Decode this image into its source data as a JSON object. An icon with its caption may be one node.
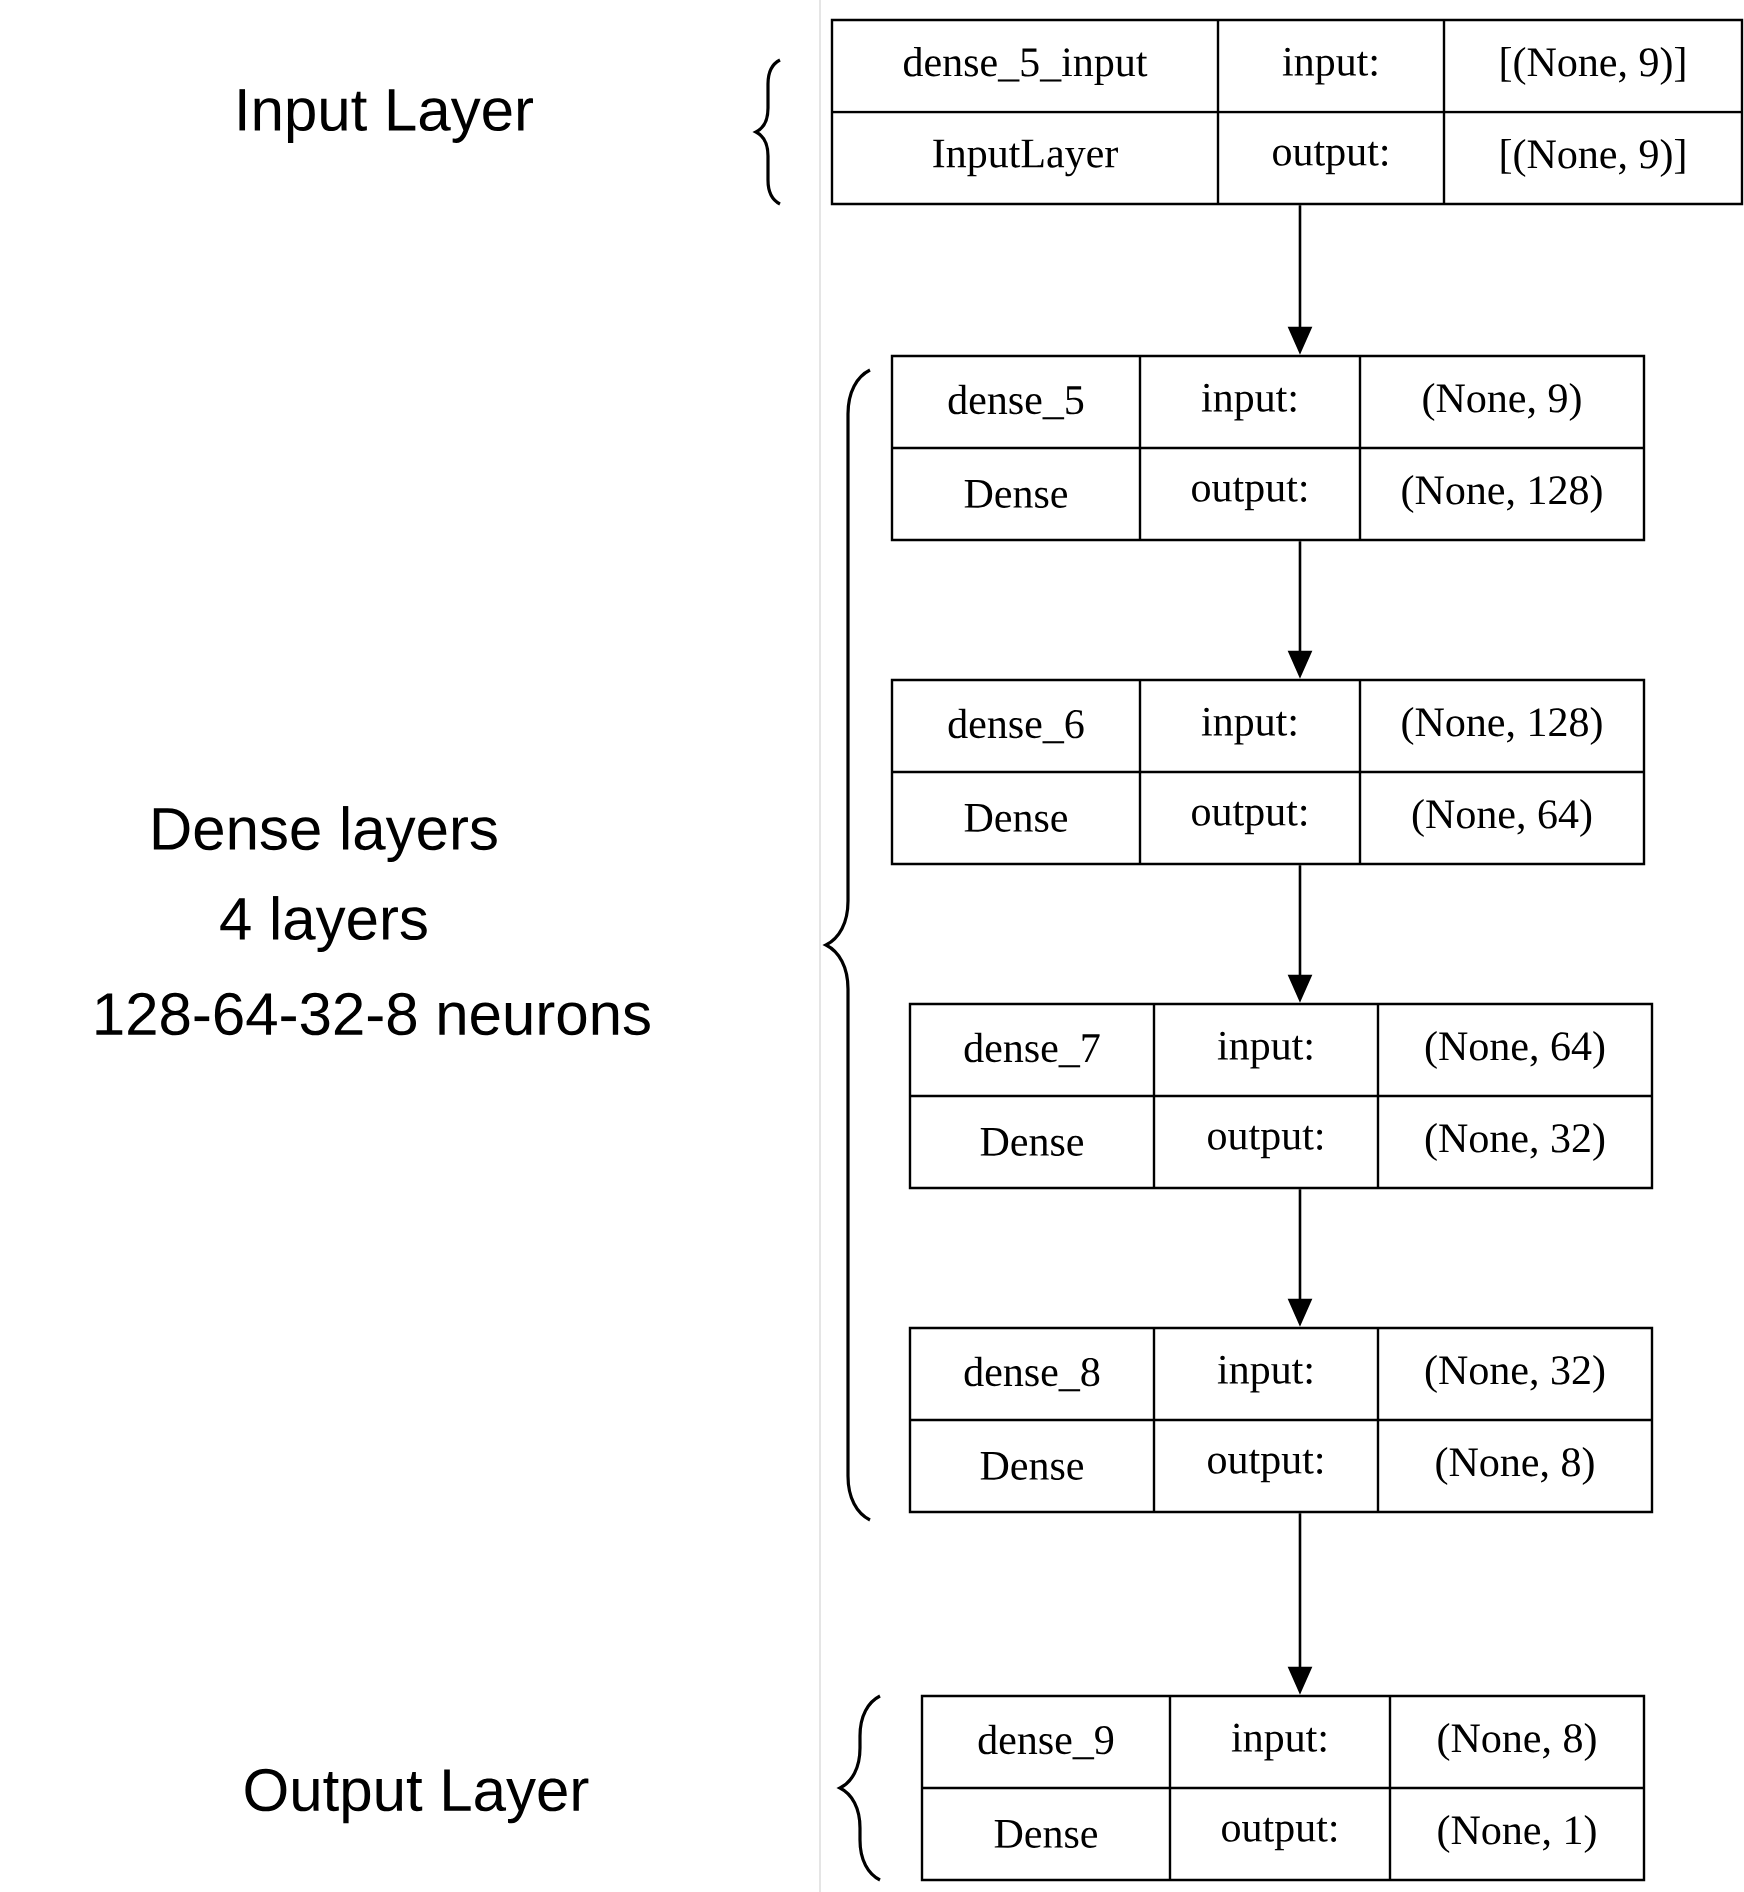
{
  "diagram": {
    "nodes": [
      {
        "text": [
          "dense_5_input",
          "input:",
          "[(None, 9)]",
          "InputLayer",
          "output:",
          "[(None, 9)]"
        ]
      },
      {
        "text": [
          "dense_5",
          "input:",
          "(None, 9)",
          "Dense",
          "output:",
          "(None, 128)"
        ]
      },
      {
        "text": [
          "dense_6",
          "input:",
          "(None, 128)",
          "Dense",
          "output:",
          "(None, 64)"
        ]
      },
      {
        "text": [
          "dense_7",
          "input:",
          "(None, 64)",
          "Dense",
          "output:",
          "(None, 32)"
        ]
      },
      {
        "text": [
          "dense_8",
          "input:",
          "(None, 32)",
          "Dense",
          "output:",
          "(None, 8)"
        ]
      },
      {
        "text": [
          "dense_9",
          "input:",
          "(None, 8)",
          "Dense",
          "output:",
          "(None, 1)"
        ]
      }
    ],
    "edges": [
      {
        "from": 0,
        "to": 1,
        "arrow": "to"
      },
      {
        "from": 1,
        "to": 2,
        "arrow": "to"
      },
      {
        "from": 2,
        "to": 3,
        "arrow": "to"
      },
      {
        "from": 3,
        "to": 4,
        "arrow": "to"
      },
      {
        "from": 4,
        "to": 5,
        "arrow": "to"
      }
    ],
    "labels": [
      "Input Layer",
      "Dense layers",
      "4 layers",
      "128-64-32-8 neurons",
      "Output Layer"
    ]
  }
}
